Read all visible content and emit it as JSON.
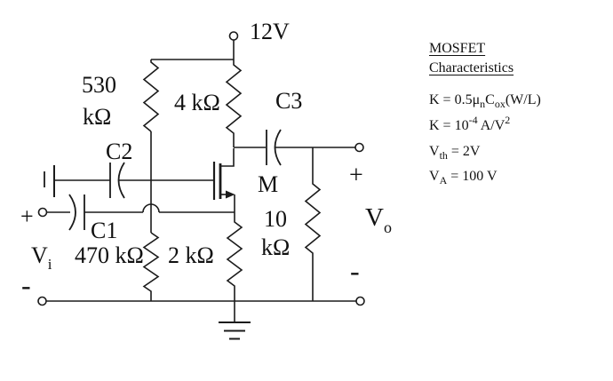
{
  "circuit": {
    "supply_label": "12V",
    "r_530k": {
      "line1": "530",
      "line2": "kΩ"
    },
    "r_4k": "4 kΩ",
    "r_470k": "470 kΩ",
    "r_2k": "2 kΩ",
    "r_10k": {
      "line1": "10",
      "line2": "kΩ"
    },
    "c1": "C1",
    "c2": "C2",
    "c3": "C3",
    "mosfet": "M",
    "input": {
      "plus": "+",
      "minus": "-",
      "name": "V",
      "sub": "i"
    },
    "output": {
      "plus": "+",
      "minus": "-",
      "name": "V",
      "sub": "o"
    }
  },
  "panel": {
    "title1": "MOSFET",
    "title2": "Characteristics",
    "eq1": {
      "p1": "K = 0.5μ",
      "s1": "n",
      "p2": "C",
      "s2": "ox",
      "p3": "(W/L)"
    },
    "eq2": {
      "p1": "K = 10",
      "sup1": "-4",
      "p2": " A/V",
      "sup2": "2"
    },
    "eq3": {
      "p1": "V",
      "s1": "th",
      "p2": " = 2V"
    },
    "eq4": {
      "p1": "V",
      "s1": "A",
      "p2": " = 100 V"
    }
  },
  "colors": {
    "ink": "#1b1b1b",
    "background": "#ffffff"
  }
}
